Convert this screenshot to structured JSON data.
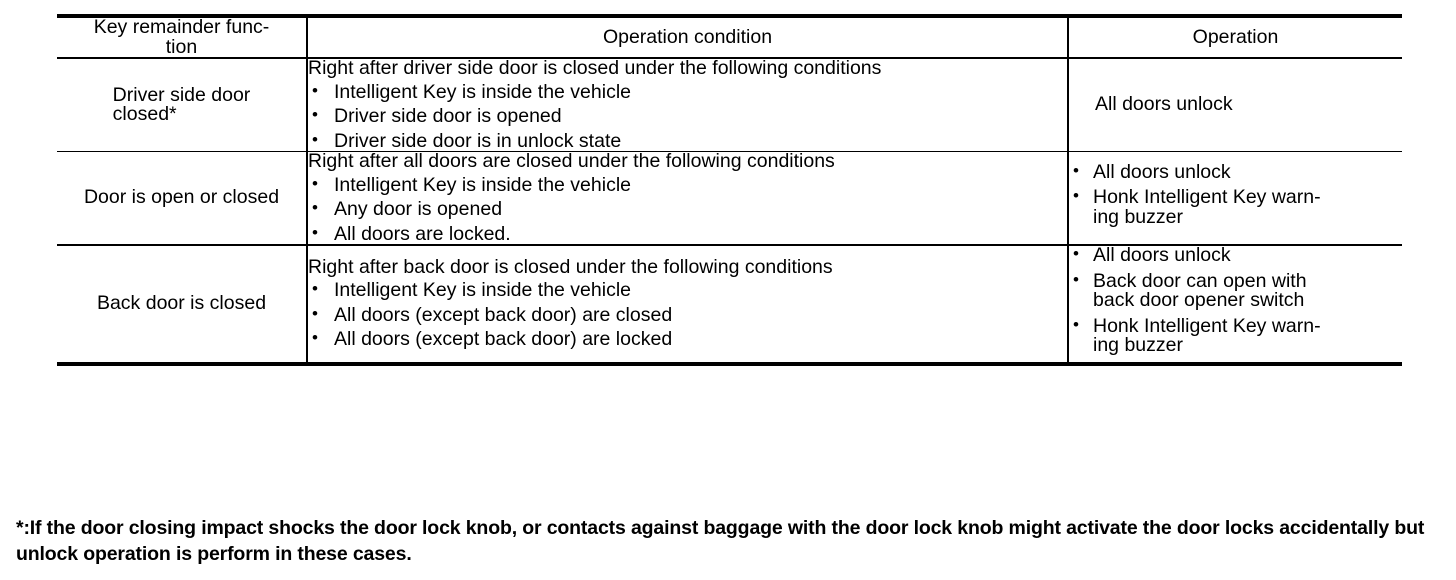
{
  "table": {
    "columns": [
      {
        "id": "key_remainder_function",
        "header": "Key remainder func-\ntion"
      },
      {
        "id": "operation_condition",
        "header": "Operation condition"
      },
      {
        "id": "operation",
        "header": "Operation"
      }
    ],
    "rows": [
      {
        "function": "Driver side door\nclosed*",
        "condition_lead": "Right after driver side door is closed under the following conditions",
        "condition_bullets": [
          "Intelligent Key is inside the vehicle",
          "Driver side door is opened",
          "Driver side door is in unlock state"
        ],
        "operation_text": "All doors unlock",
        "operation_bullets": []
      },
      {
        "function": "Door is open or closed",
        "condition_lead": "Right after all doors are closed under the following conditions",
        "condition_bullets": [
          "Intelligent Key is inside the vehicle",
          "Any door is opened",
          "All doors are locked."
        ],
        "operation_text": "",
        "operation_bullets": [
          "All doors unlock",
          "Honk Intelligent Key warn-\ning buzzer"
        ]
      },
      {
        "function": "Back door is closed",
        "condition_lead": "Right after back door is closed under the following conditions",
        "condition_bullets": [
          "Intelligent Key is inside the vehicle",
          "All doors (except back door) are closed",
          "All doors (except back door) are locked"
        ],
        "operation_text": "",
        "operation_bullets": [
          "All doors unlock",
          "Back door can open with\nback door opener switch",
          "Honk Intelligent Key warn-\ning buzzer"
        ]
      }
    ]
  },
  "footnote": {
    "text": "*:If the door closing impact shocks the door lock knob, or contacts against baggage with the door lock knob might activate the door locks accidentally but unlock operation is perform in these cases."
  },
  "colors": {
    "text": "#000000",
    "background": "#ffffff",
    "rule": "#000000"
  }
}
